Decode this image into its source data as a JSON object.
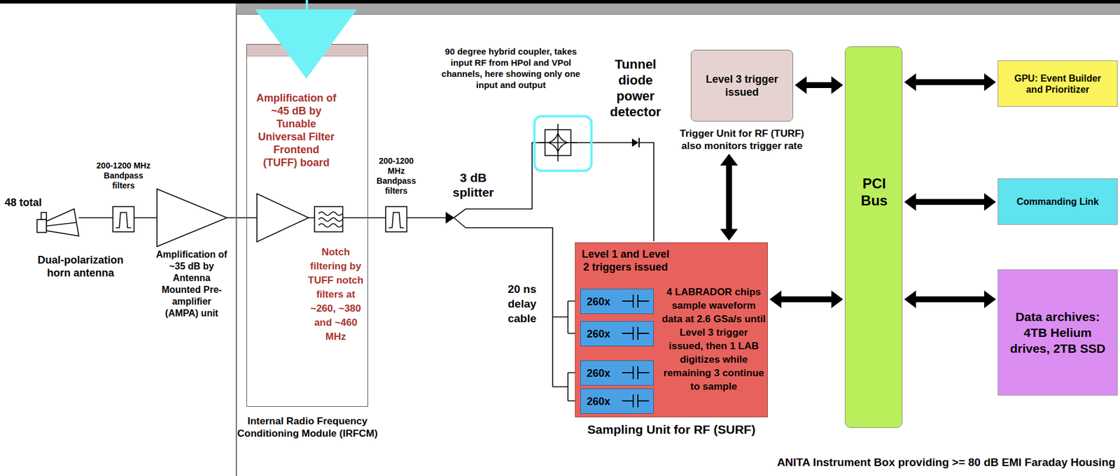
{
  "diagram": {
    "nodes": [
      {
        "text": [
          "ANITA Instrument Box providing >= 80 dB EMI Faraday Housing"
        ]
      },
      {
        "text": [
          "Amplification of ~45 dB by Tunable Universal Filter Frontend (TUFF) board",
          "Notch filtering by TUFF notch filters at ~260, ~380 and ~460 MHz",
          "Internal Radio Frequency Conditioning Module (IRFCM)"
        ],
        "in": 0
      },
      {
        "text": [
          "Level 1 and Level 2 triggers issued",
          "4 LABRADOR chips sample waveform data at 2.6 GSa/s until Level 3 trigger issued, then 1 LAB digitizes while remaining 3 continue to sample",
          "Sampling Unit for RF (SURF)"
        ],
        "in": 0
      },
      {
        "text": [
          "260x"
        ],
        "in": 2
      },
      {
        "text": [
          "260x"
        ],
        "in": 2
      },
      {
        "text": [
          "260x"
        ],
        "in": 2
      },
      {
        "text": [
          "260x"
        ],
        "in": 2
      },
      {
        "text": [
          "Level 3 trigger issued",
          "Trigger Unit for RF (TURF) also monitors trigger rate"
        ],
        "in": 0
      },
      {
        "text": [
          "PCI Bus"
        ],
        "in": 0
      },
      {
        "text": [
          "GPU: Event Builder and Prioritizer"
        ],
        "in": 0
      },
      {
        "text": [
          "Commanding Link"
        ],
        "in": 0
      },
      {
        "text": [
          "Data archives: 4TB Helium drives, 2TB SSD"
        ],
        "in": 0
      }
    ],
    "edges": [
      {
        "from": 7,
        "to": 8,
        "arrow": "both"
      },
      {
        "from": 8,
        "to": 9,
        "arrow": "both"
      },
      {
        "from": 8,
        "to": 10,
        "arrow": "both"
      },
      {
        "from": 8,
        "to": 11,
        "arrow": "both"
      },
      {
        "from": 2,
        "to": 8,
        "arrow": "both"
      },
      {
        "from": 7,
        "to": 2,
        "arrow": "both"
      }
    ],
    "labels": [
      "48 total",
      "Dual-polarization horn antenna",
      "200-1200 MHz Bandpass filters",
      "Amplification of ~35 dB by Antenna Mounted Pre-amplifier (AMPA) unit",
      "200-1200 MHz Bandpass filters",
      "3 dB splitter",
      "90 degree hybrid coupler, takes input RF from HPol and VPol channels, here showing only one input and output",
      "Tunnel diode power detector",
      "20 ns delay cable"
    ]
  }
}
